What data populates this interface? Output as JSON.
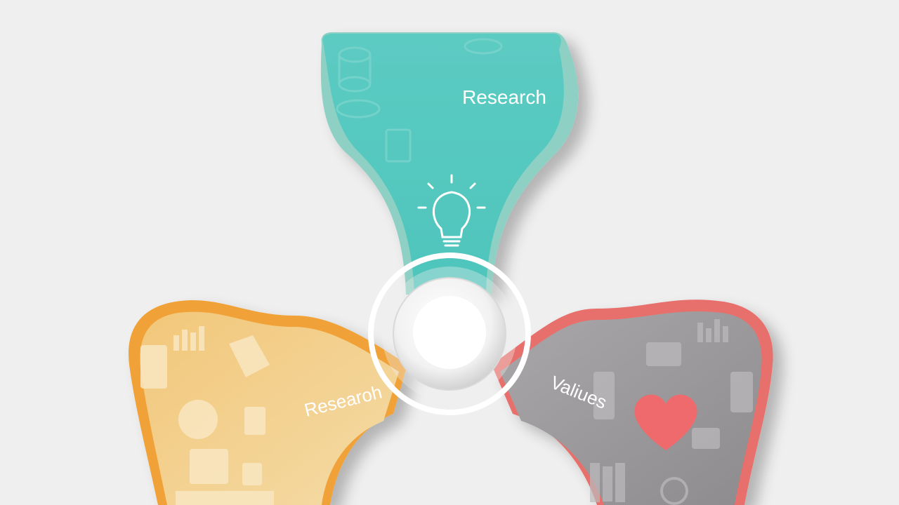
{
  "colors": {
    "background": "#efefef",
    "teal": "#54c8c0",
    "teal_rim": "#8ed0c4",
    "orange_rim": "#f0a238",
    "orange_fill": "#f2cf88",
    "gray_fill": "#9c9a9c",
    "red_rim": "#e8706c",
    "heart": "#ee6a6c",
    "hub": "#ffffff"
  },
  "segments": [
    {
      "id": "top",
      "label": "Research",
      "icon": "lightbulb-icon"
    },
    {
      "id": "left",
      "label": "Researoh",
      "icon": "documents-icon"
    },
    {
      "id": "right",
      "label": "Valiues",
      "icon": "heart-icon"
    }
  ]
}
